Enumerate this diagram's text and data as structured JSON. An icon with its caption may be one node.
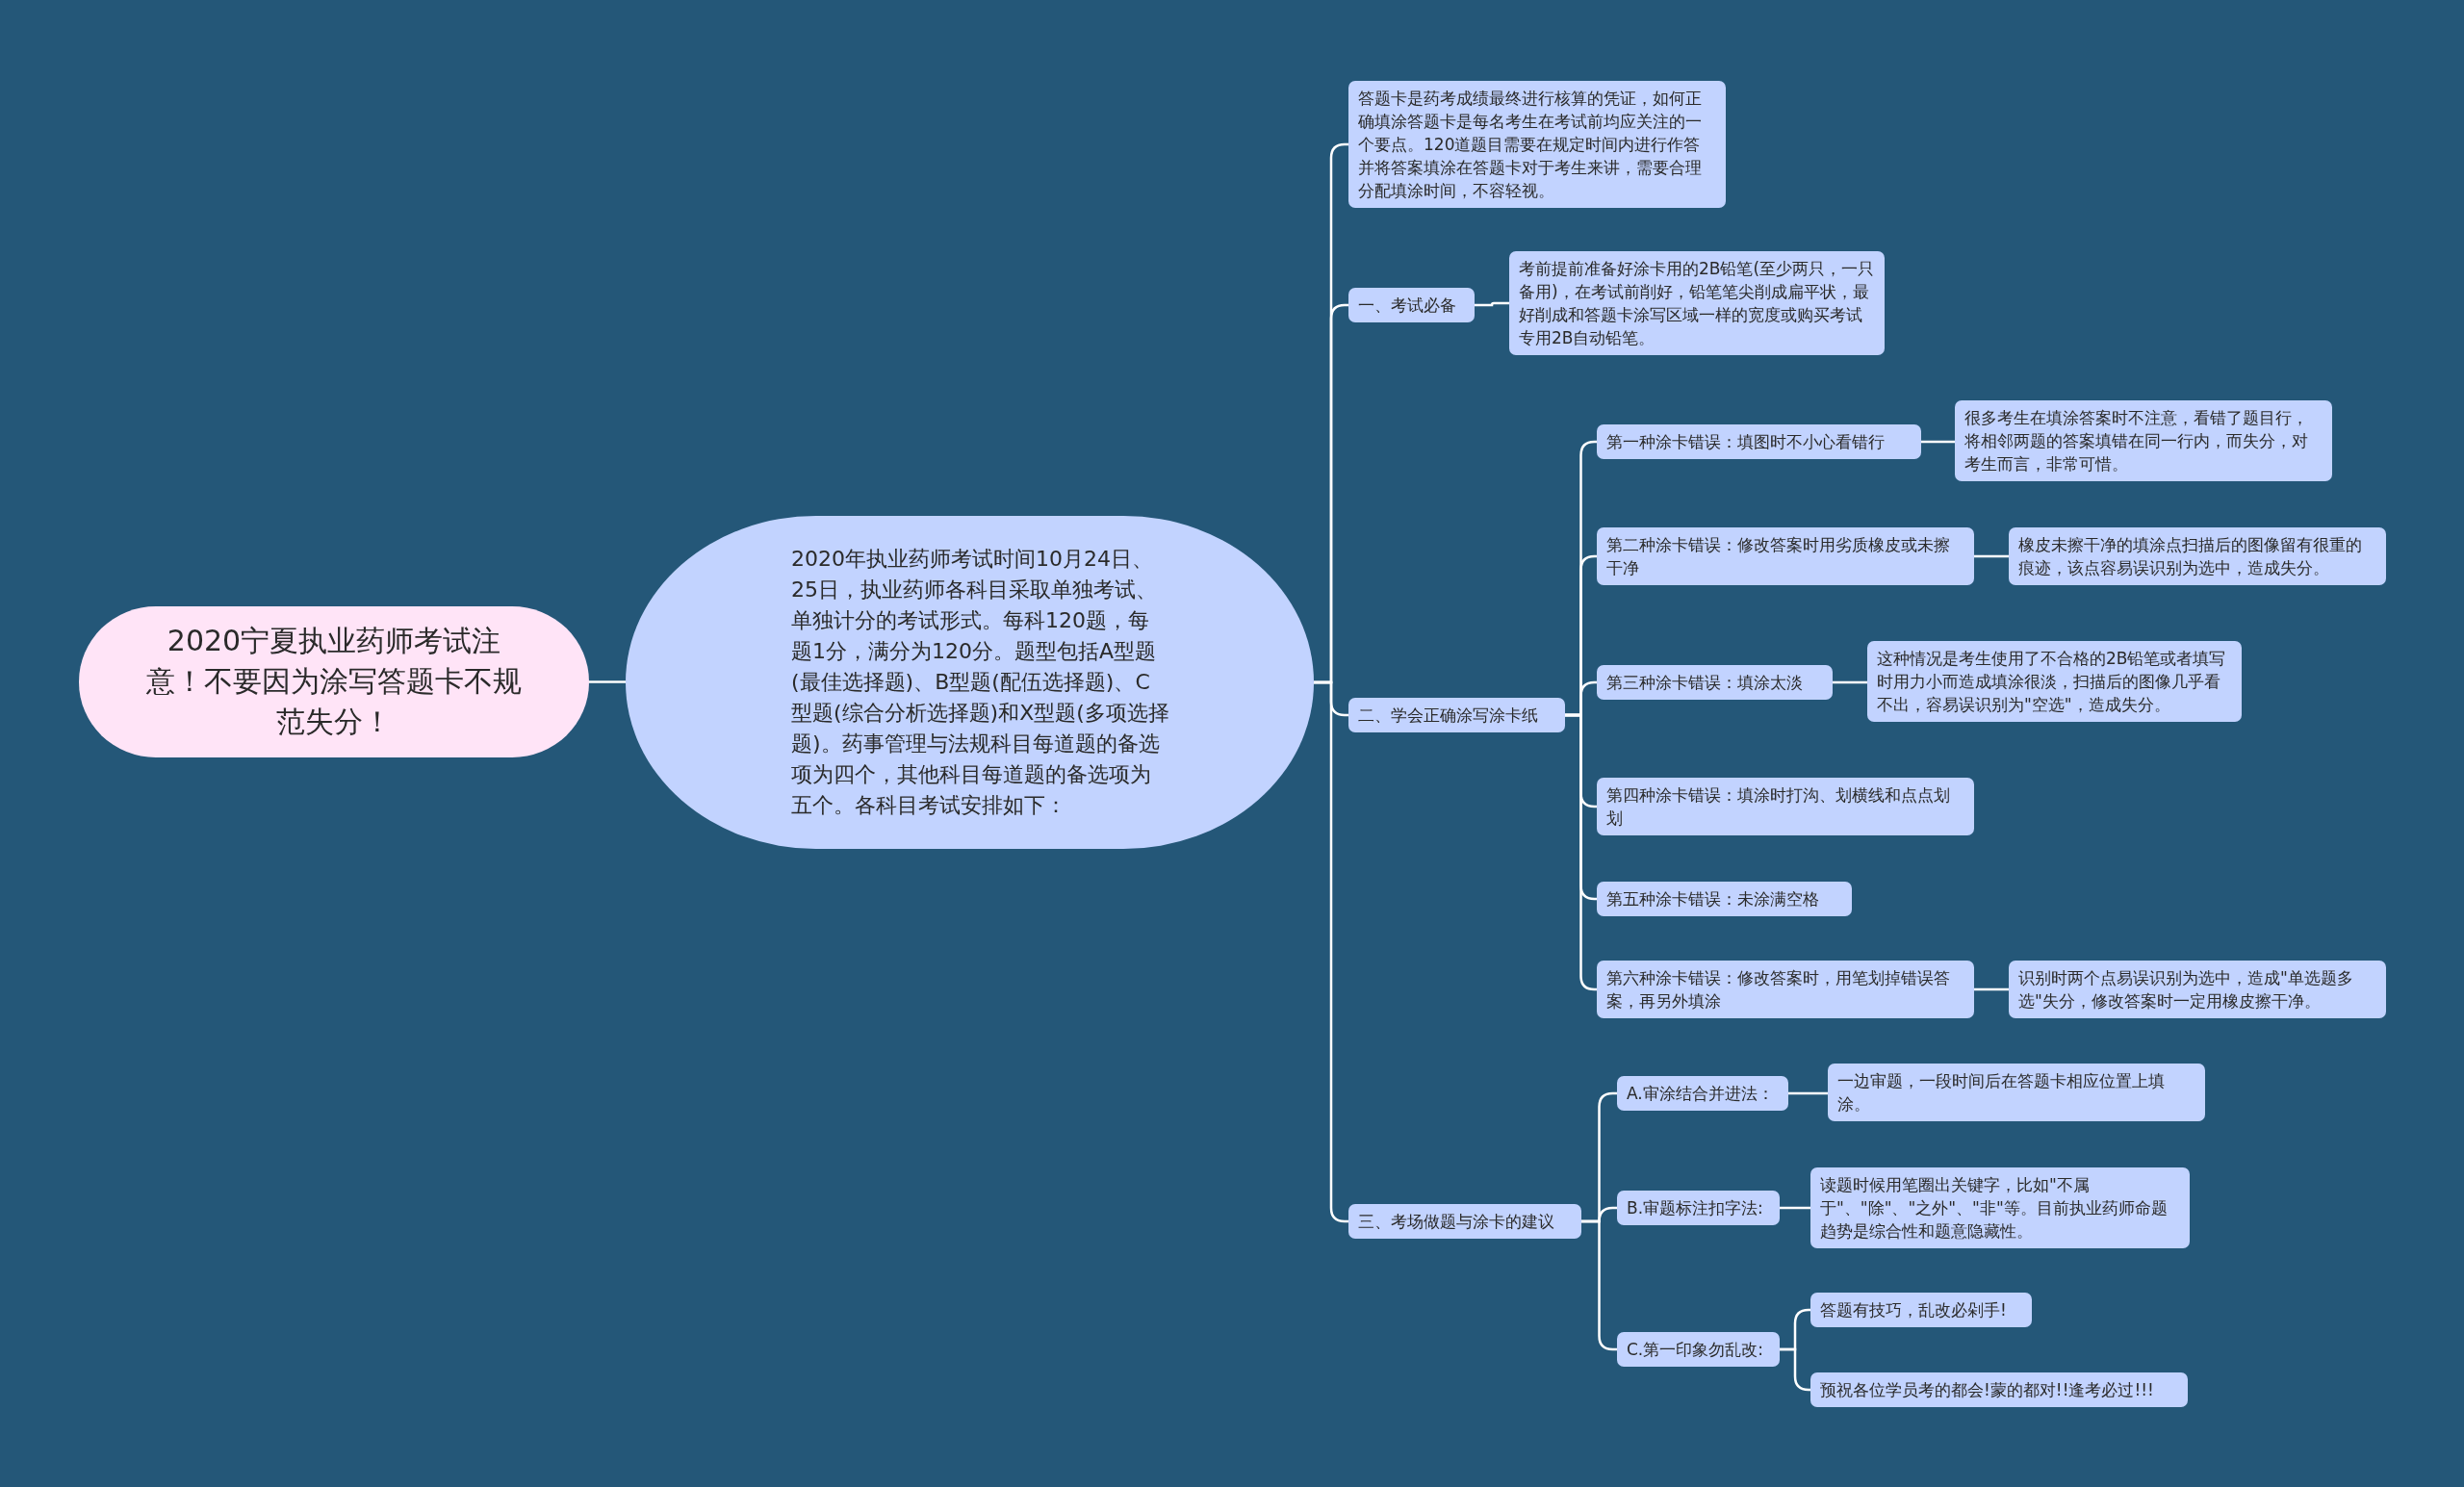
{
  "diagram": {
    "nodes": [
      {
        "text": [
          "2020宁夏执业药师考试注意！不要因为涂写答题卡不规范失分！"
        ]
      },
      {
        "text": [
          "2020年执业药师考试时间10月24日、25日，执业药师各科目采取单独考试、单独计分的考试形式。每科120题，每题1分，满分为120分。题型包括A型题(最佳选择题)、B型题(配伍选择题)、C型题(综合分析选择题)和X型题(多项选择题)。药事管理与法规科目每道题的备选项为四个，其他科目每道题的备选项为五个。各科目考试安排如下："
        ]
      },
      {
        "text": [
          "答题卡是药考成绩最终进行核算的凭证，如何正确填涂答题卡是每名考生在考试前均应关注的一个要点。120道题目需要在规定时间内进行作答并将答案填涂在答题卡对于考生来讲，需要合理分配填涂时间，不容轻视。"
        ]
      },
      {
        "text": [
          "一、考试必备"
        ]
      },
      {
        "text": [
          "考前提前准备好涂卡用的2B铅笔(至少两只，一只备用)，在考试前削好，铅笔笔尖削成扁平状，最好削成和答题卡涂写区域一样的宽度或购买考试专用2B自动铅笔。"
        ]
      },
      {
        "text": [
          "二、学会正确涂写涂卡纸"
        ]
      },
      {
        "text": [
          "第一种涂卡错误：填图时不小心看错行"
        ]
      },
      {
        "text": [
          "很多考生在填涂答案时不注意，看错了题目行，将相邻两题的答案填错在同一行内，而失分，对考生而言，非常可惜。"
        ]
      },
      {
        "text": [
          "第二种涂卡错误：修改答案时用劣质橡皮或未擦干净"
        ]
      },
      {
        "text": [
          "橡皮未擦干净的填涂点扫描后的图像留有很重的痕迹，该点容易误识别为选中，造成失分。"
        ]
      },
      {
        "text": [
          "第三种涂卡错误：填涂太淡"
        ]
      },
      {
        "text": [
          "这种情况是考生使用了不合格的2B铅笔或者填写时用力小而造成填涂很淡，扫描后的图像几乎看不出，容易误识别为\"空选\"，造成失分。"
        ]
      },
      {
        "text": [
          "第四种涂卡错误：填涂时打沟、划横线和点点划划"
        ]
      },
      {
        "text": [
          "第五种涂卡错误：未涂满空格"
        ]
      },
      {
        "text": [
          "第六种涂卡错误：修改答案时，用笔划掉错误答案，再另外填涂"
        ]
      },
      {
        "text": [
          "识别时两个点易误识别为选中，造成\"单选题多选\"失分，修改答案时一定用橡皮擦干净。"
        ]
      },
      {
        "text": [
          "三、考场做题与涂卡的建议"
        ]
      },
      {
        "text": [
          "A.审涂结合并进法："
        ]
      },
      {
        "text": [
          "一边审题，一段时间后在答题卡相应位置上填涂。"
        ]
      },
      {
        "text": [
          "B.审题标注扣字法:"
        ]
      },
      {
        "text": [
          "读题时候用笔圈出关键字，比如\"不属于\"、\"除\"、\"之外\"、\"非\"等。目前执业药师命题趋势是综合性和题意隐藏性。"
        ]
      },
      {
        "text": [
          "C.第一印象勿乱改:"
        ]
      },
      {
        "text": [
          "答题有技巧，乱改必剁手!"
        ]
      },
      {
        "text": [
          "预祝各位学员考的都会!蒙的都对!!逢考必过!!!"
        ]
      }
    ],
    "edges": [
      {
        "from": 0,
        "to": 1,
        "arrow": "none"
      },
      {
        "from": 1,
        "to": 2,
        "arrow": "none"
      },
      {
        "from": 1,
        "to": 3,
        "arrow": "none"
      },
      {
        "from": 1,
        "to": 5,
        "arrow": "none"
      },
      {
        "from": 1,
        "to": 16,
        "arrow": "none"
      },
      {
        "from": 3,
        "to": 4,
        "arrow": "none"
      },
      {
        "from": 5,
        "to": 6,
        "arrow": "none"
      },
      {
        "from": 5,
        "to": 8,
        "arrow": "none"
      },
      {
        "from": 5,
        "to": 10,
        "arrow": "none"
      },
      {
        "from": 5,
        "to": 12,
        "arrow": "none"
      },
      {
        "from": 5,
        "to": 13,
        "arrow": "none"
      },
      {
        "from": 5,
        "to": 14,
        "arrow": "none"
      },
      {
        "from": 6,
        "to": 7,
        "arrow": "none"
      },
      {
        "from": 8,
        "to": 9,
        "arrow": "none"
      },
      {
        "from": 10,
        "to": 11,
        "arrow": "none"
      },
      {
        "from": 14,
        "to": 15,
        "arrow": "none"
      },
      {
        "from": 16,
        "to": 17,
        "arrow": "none"
      },
      {
        "from": 16,
        "to": 19,
        "arrow": "none"
      },
      {
        "from": 16,
        "to": 21,
        "arrow": "none"
      },
      {
        "from": 17,
        "to": 18,
        "arrow": "none"
      },
      {
        "from": 19,
        "to": 20,
        "arrow": "none"
      },
      {
        "from": 21,
        "to": 22,
        "arrow": "none"
      },
      {
        "from": 21,
        "to": 23,
        "arrow": "none"
      }
    ]
  }
}
